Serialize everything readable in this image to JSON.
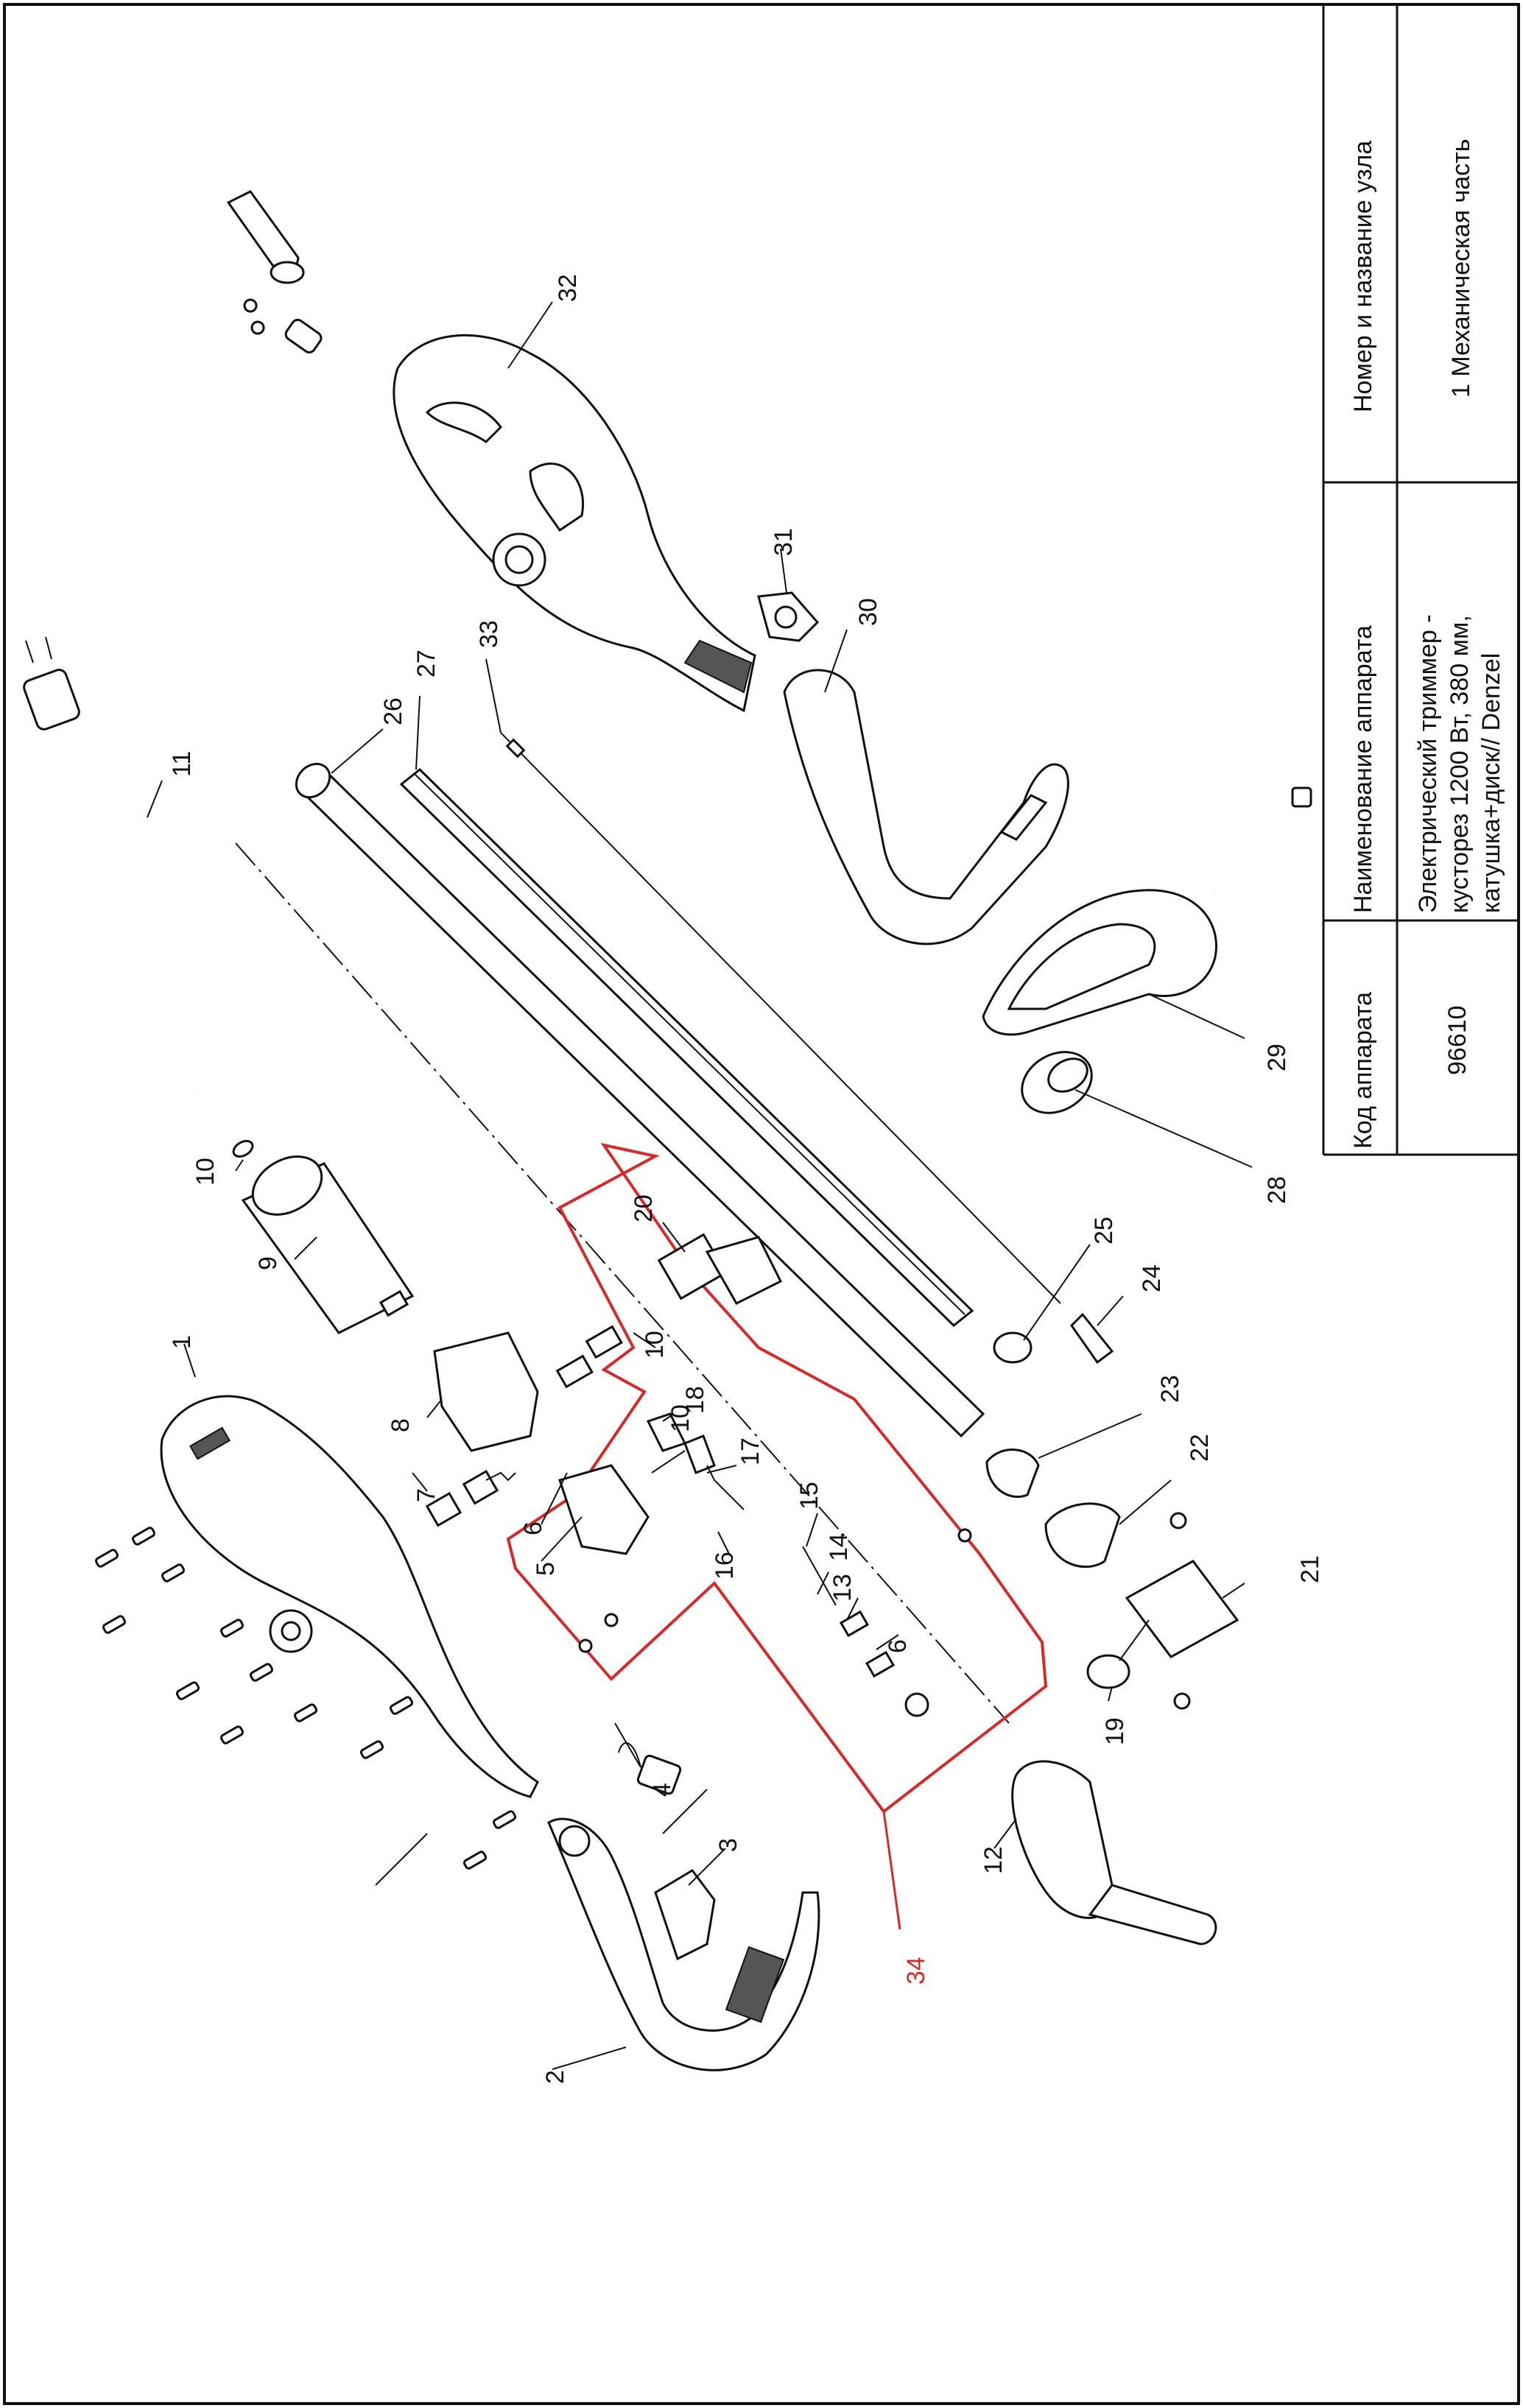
{
  "title_block": {
    "col1_header": "Код аппарата",
    "col1_value": "96610",
    "col2_header": "Наименование аппарата",
    "col2_value_lines": [
      "Электрический триммер -",
      "кусторез 1200 Вт, 380 мм,",
      "катушка+диск// Denzel"
    ],
    "col3_header": "Номер и название узла",
    "col3_value": "1 Механическая часть"
  },
  "callouts": [
    "1",
    "2",
    "3",
    "4",
    "5",
    "6",
    "6",
    "7",
    "8",
    "9",
    "10",
    "10",
    "10",
    "11",
    "12",
    "13",
    "14",
    "15",
    "16",
    "17",
    "18",
    "19",
    "20",
    "21",
    "22",
    "23",
    "24",
    "25",
    "26",
    "27",
    "28",
    "29",
    "30",
    "31",
    "32",
    "33",
    "34"
  ],
  "assembly_highlight": {
    "label": "34",
    "color": "#d42a2a"
  }
}
